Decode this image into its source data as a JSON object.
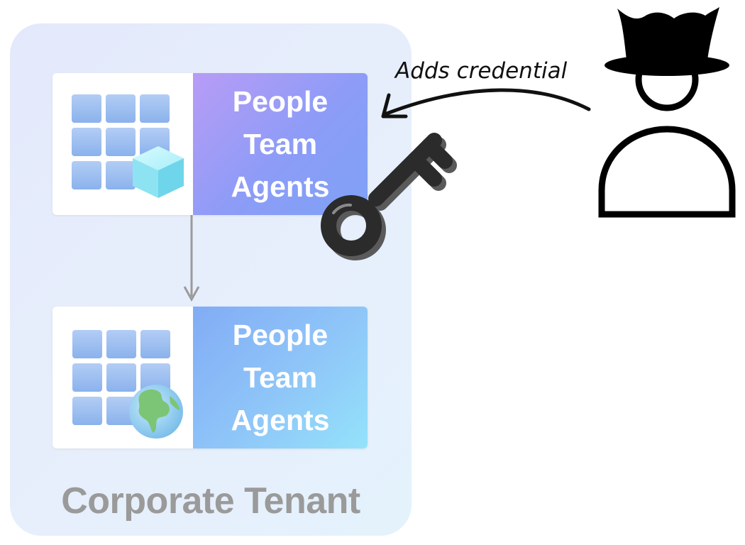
{
  "tenant": {
    "label": "Corporate Tenant"
  },
  "cards": [
    {
      "lines": [
        "People",
        "Team",
        "Agents"
      ],
      "badge": "cube-icon"
    },
    {
      "lines": [
        "People",
        "Team",
        "Agents"
      ],
      "badge": "globe-icon"
    }
  ],
  "attacker": {
    "action_label": "Adds credential",
    "icon": "hacker-icon"
  },
  "key": {
    "icon": "key-icon"
  }
}
